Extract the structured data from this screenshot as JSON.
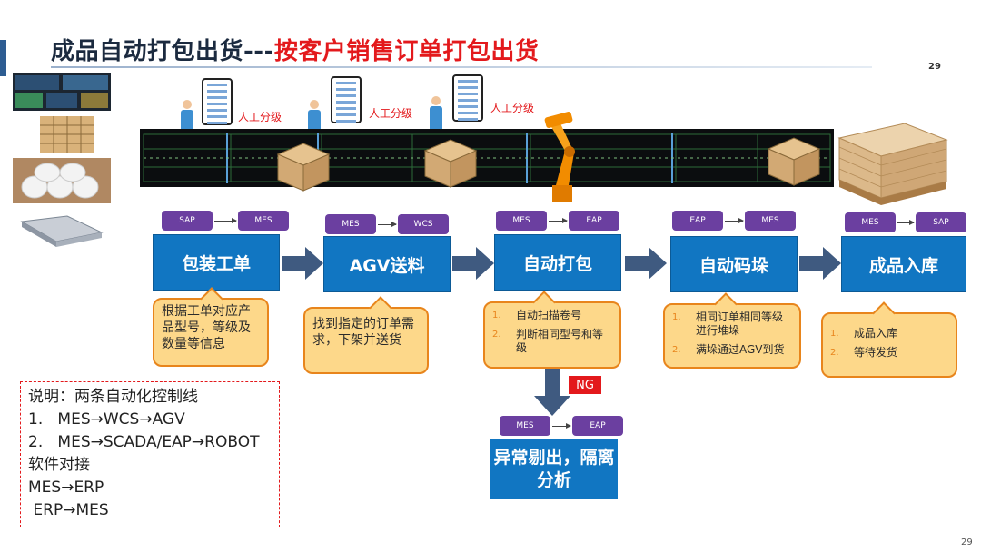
{
  "title_main": "成品自动打包出货---",
  "title_highlight": "按客户销售订单打包出货",
  "page_number": "29",
  "manual_grading_label": "人工分级",
  "steps": [
    {
      "label": "包装工单",
      "from": "SAP",
      "to": "MES"
    },
    {
      "label": "AGV送料",
      "from": "MES",
      "to": "WCS"
    },
    {
      "label": "自动打包",
      "from": "MES",
      "to": "EAP"
    },
    {
      "label": "自动码垛",
      "from": "EAP",
      "to": "MES"
    },
    {
      "label": "成品入库",
      "from": "MES",
      "to": "SAP"
    }
  ],
  "callouts": {
    "c1": "根据工单对应产品型号，等级及数量等信息",
    "c2": "找到指定的订单需求，下架并送货",
    "c3": [
      {
        "n": "1.",
        "text": "自动扫描卷号"
      },
      {
        "n": "2.",
        "text": "判断相同型号和等级"
      }
    ],
    "c4": [
      {
        "n": "1.",
        "text": "相同订单相同等级进行堆垛"
      },
      {
        "n": "2.",
        "text": "满垛通过AGV到货"
      }
    ],
    "c5": [
      {
        "n": "1.",
        "text": "成品入库"
      },
      {
        "n": "2.",
        "text": "等待发货"
      }
    ]
  },
  "ng_label": "NG",
  "reject": {
    "label": "异常剔出，隔离分析",
    "from": "MES",
    "to": "EAP"
  },
  "notes": [
    "说明：两条自动化控制线",
    "1.   MES→WCS→AGV",
    "2.   MES→SCADA/EAP→ROBOT",
    "软件对接",
    "MES→ERP",
    " ERP→MES"
  ],
  "colors": {
    "step_blue": "#1176c2",
    "system_purple": "#6b3fa0",
    "callout_fill": "#fdd88a",
    "callout_border": "#e8851c",
    "highlight_red": "#e3191c",
    "arrow_gray": "#3f5a80"
  },
  "icons": [
    "worker-icon",
    "tablet-icon",
    "box-icon",
    "robot-arm-icon",
    "pallet-icon"
  ]
}
